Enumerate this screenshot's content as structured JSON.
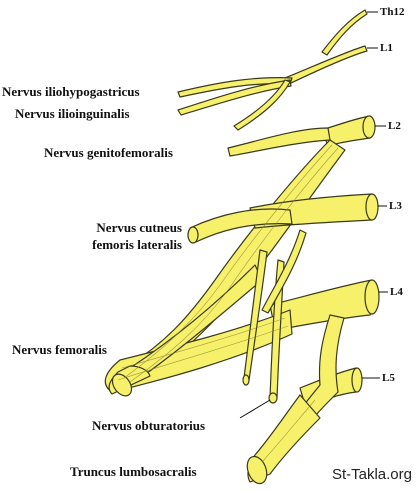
{
  "labels": {
    "th12": "Th12",
    "l1": "L1",
    "l2": "L2",
    "l3": "L3",
    "l4": "L4",
    "l5": "L5",
    "iliohypogastricus": "Nervus iliohypogastricus",
    "ilioinguinalis": "Nervus ilioinguinalis",
    "genitofemoralis": "Nervus genitofemoralis",
    "cutaneus_line1": "Nervus cutneus",
    "cutaneus_line2": "femoris lateralis",
    "femoralis": "Nervus femoralis",
    "obturatorius": "Nervus obturatorius",
    "lumbosacralis": "Truncus lumbosacralis"
  },
  "watermark": "St-Takla.org",
  "colors": {
    "nerve_fill": "#f7f06a",
    "nerve_stroke": "#3a3a1a",
    "nerve_shade": "#c9c23c",
    "leader": "#111111"
  }
}
